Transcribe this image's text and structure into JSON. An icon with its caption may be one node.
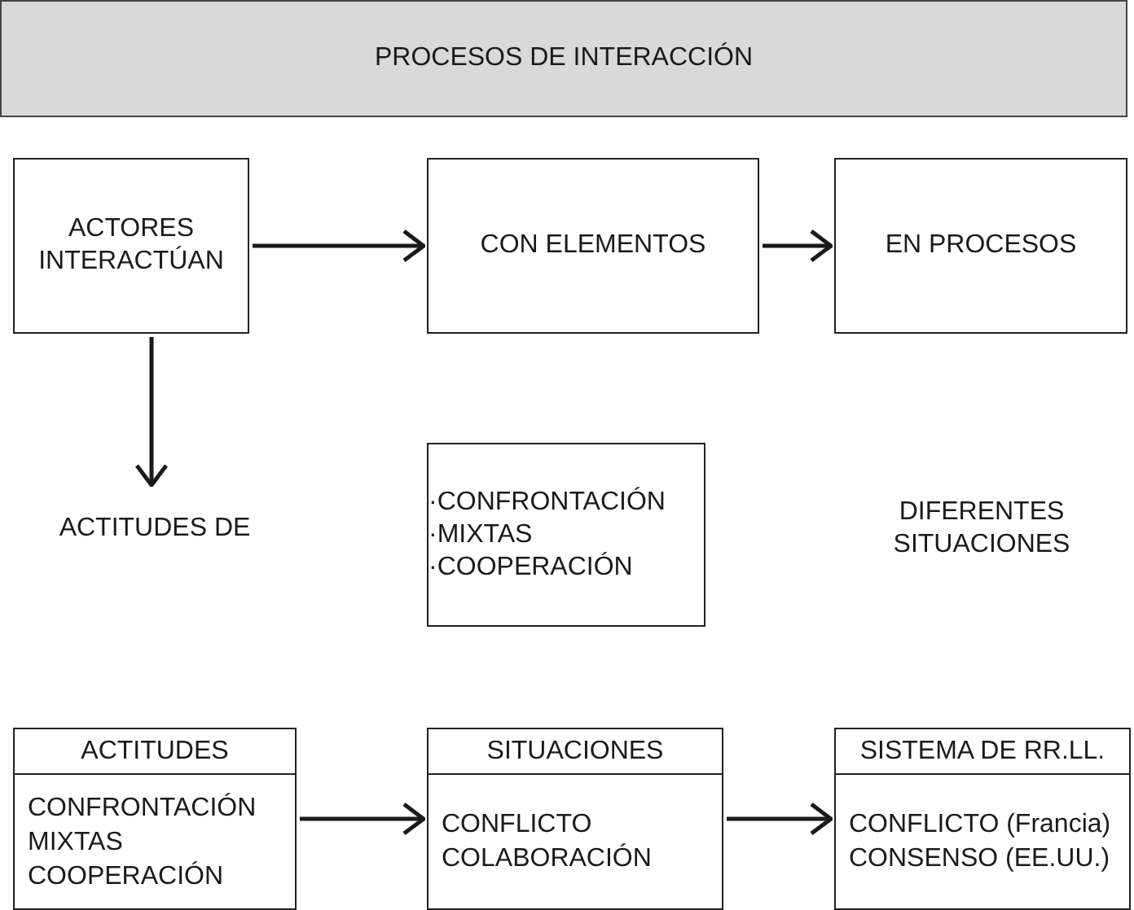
{
  "diagram": {
    "nodes": [
      {
        "text": [
          "PROCESOS DE INTERACCIÓN"
        ]
      },
      {
        "text": [
          "ACTORES INTERACTÚAN"
        ]
      },
      {
        "text": [
          "CON ELEMENTOS"
        ]
      },
      {
        "text": [
          "EN PROCESOS"
        ]
      },
      {
        "text": [
          "ACTITUDES DE"
        ]
      },
      {
        "text": [
          "·CONFRONTACIÓN",
          "·MIXTAS",
          "·COOPERACIÓN"
        ]
      },
      {
        "text": [
          "DIFERENTES SITUACIONES"
        ]
      },
      {
        "text": [
          "ACTITUDES",
          "CONFRONTACIÓN",
          "MIXTAS",
          "COOPERACIÓN"
        ]
      },
      {
        "text": [
          "SITUACIONES",
          "CONFLICTO",
          "COLABORACIÓN"
        ]
      },
      {
        "text": [
          "SISTEMA DE RR.LL.",
          "CONFLICTO (Francia)",
          "CONSENSO (EE.UU.)"
        ]
      }
    ],
    "edges": [
      {
        "from": 1,
        "to": 2,
        "arrow": "to"
      },
      {
        "from": 2,
        "to": 3,
        "arrow": "to"
      },
      {
        "from": 1,
        "to": 4,
        "arrow": "to"
      },
      {
        "from": 7,
        "to": 8,
        "arrow": "to"
      },
      {
        "from": 8,
        "to": 9,
        "arrow": "to"
      }
    ]
  }
}
